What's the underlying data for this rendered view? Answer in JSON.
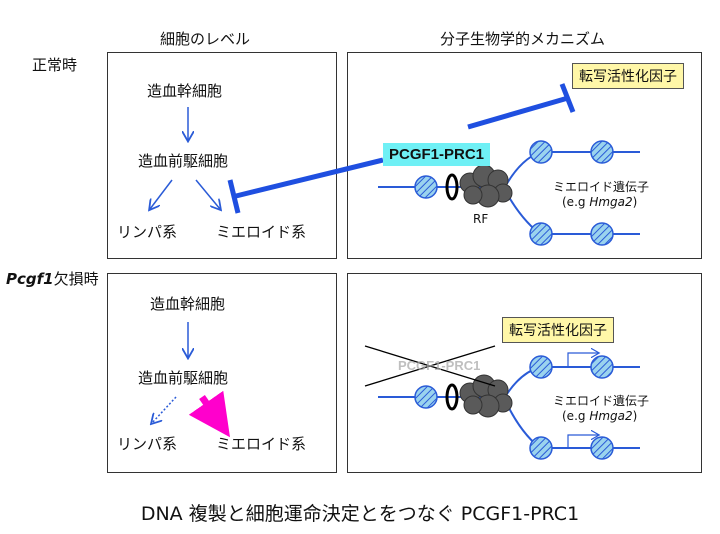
{
  "headers": {
    "cell_level": "細胞のレベル",
    "molecular": "分子生物学的メカニズム"
  },
  "conditions": {
    "normal": "正常時",
    "knockout_gene": "Pcgf1",
    "knockout_suffix": "欠損時"
  },
  "cells": {
    "hsc": "造血幹細胞",
    "progenitor": "造血前駆細胞",
    "lymphoid": "リンパ系",
    "myeloid": "ミエロイド系"
  },
  "molecular": {
    "tf": "転写活性化因子",
    "complex": "PCGF1-PRC1",
    "rf": "RF",
    "genes_line1": "ミエロイド遺伝子",
    "genes_line2_prefix": "(e.g ",
    "genes_line2_gene": "Hmga2",
    "genes_line2_suffix": ")"
  },
  "caption": "DNA 複製と細胞運命決定とをつなぐ PCGF1-PRC1",
  "colors": {
    "blue": "#2a5bd7",
    "cyan": "#6ff0f5",
    "yellow": "#fff7a8",
    "magenta": "#ff00cc",
    "gray": "#5a5a5a"
  }
}
